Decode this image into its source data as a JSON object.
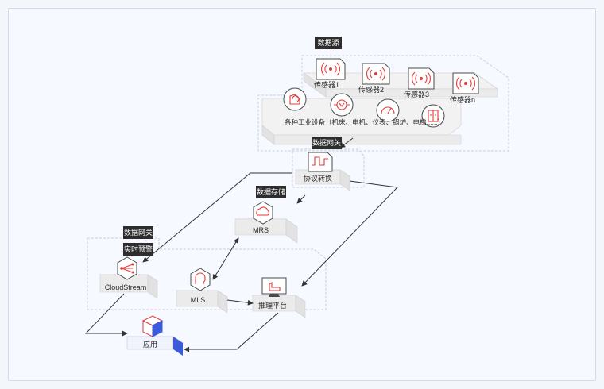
{
  "colors": {
    "accent_red": "#e23a3a",
    "tag_bg": "#2d2d2d",
    "cube_blue": "#3b5bdb"
  },
  "labels": {
    "data_source_tag": "数据源",
    "sensor_1": "传感器1",
    "sensor_2": "传感器2",
    "sensor_3": "传感器3",
    "sensor_n": "传感器n",
    "devices": "各种工业设备（机床、电机、仪表、锅炉、电梯......）",
    "gateway_tag_top": "数据网关",
    "protocol_convert": "协议转换",
    "storage_tag": "数据存储",
    "mrs": "MRS",
    "gateway_tag_left": "数据网关",
    "realtime_tag": "实时预警",
    "cloudstream": "CloudStream",
    "mls": "MLS",
    "inference": "推理平台",
    "app": "应用"
  },
  "icons": {
    "sensor": "wireless-signal-icon",
    "device_1": "rotate-arrow-icon",
    "device_2": "motor-icon",
    "device_3": "gauge-icon",
    "device_4": "elevator-icon",
    "protocol": "waveform-icon",
    "mrs": "cloud-brain-icon",
    "cloudstream": "stream-nodes-icon",
    "mls": "brain-head-icon",
    "inference": "hand-screen-icon",
    "app": "cube-icon"
  }
}
